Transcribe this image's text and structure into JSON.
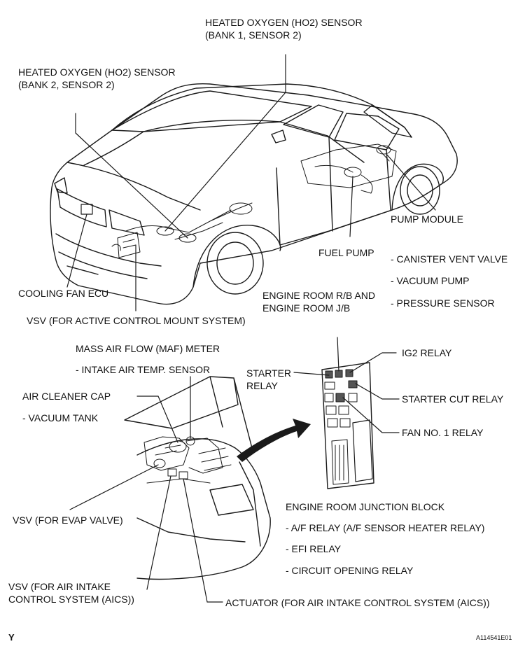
{
  "colors": {
    "ink": "#1a1a1a",
    "background": "#ffffff",
    "relay_fill": "#555555"
  },
  "labels": {
    "ho2_bank1": [
      "HEATED OXYGEN (HO2) SENSOR",
      "(BANK 1, SENSOR 2)"
    ],
    "ho2_bank2": [
      "HEATED OXYGEN (HO2) SENSOR",
      "(BANK 2, SENSOR 2)"
    ],
    "pump_module": "PUMP MODULE",
    "canister_vent": "- CANISTER VENT VALVE",
    "vacuum_pump": "- VACUUM PUMP",
    "pressure_sensor": "- PRESSURE SENSOR",
    "fuel_pump": "FUEL PUMP",
    "cooling_fan_ecu": "COOLING FAN ECU",
    "engine_room_rb": [
      "ENGINE ROOM R/B AND",
      "ENGINE ROOM J/B"
    ],
    "vsv_acm": "VSV (FOR ACTIVE CONTROL MOUNT SYSTEM)",
    "maf_meter": "MASS AIR FLOW (MAF) METER",
    "intake_air_temp": "- INTAKE AIR TEMP. SENSOR",
    "starter_relay": [
      "STARTER",
      "RELAY"
    ],
    "ig2_relay": "IG2 RELAY",
    "air_cleaner_cap": "AIR CLEANER CAP",
    "vacuum_tank": "- VACUUM TANK",
    "starter_cut_relay": "STARTER CUT RELAY",
    "fan_no1_relay": "FAN NO. 1 RELAY",
    "engine_room_jb": "ENGINE ROOM JUNCTION BLOCK",
    "af_relay": "- A/F RELAY (A/F SENSOR HEATER RELAY)",
    "efi_relay": "- EFI RELAY",
    "circuit_opening_relay": "- CIRCUIT OPENING RELAY",
    "vsv_evap": "VSV (FOR EVAP VALVE)",
    "vsv_aics": [
      "VSV (FOR AIR INTAKE",
      "CONTROL SYSTEM (AICS))"
    ],
    "actuator_aics": "ACTUATOR (FOR AIR INTAKE CONTROL SYSTEM (AICS))"
  },
  "footer": {
    "corner_mark": "Y",
    "figure_id": "A114541E01"
  }
}
